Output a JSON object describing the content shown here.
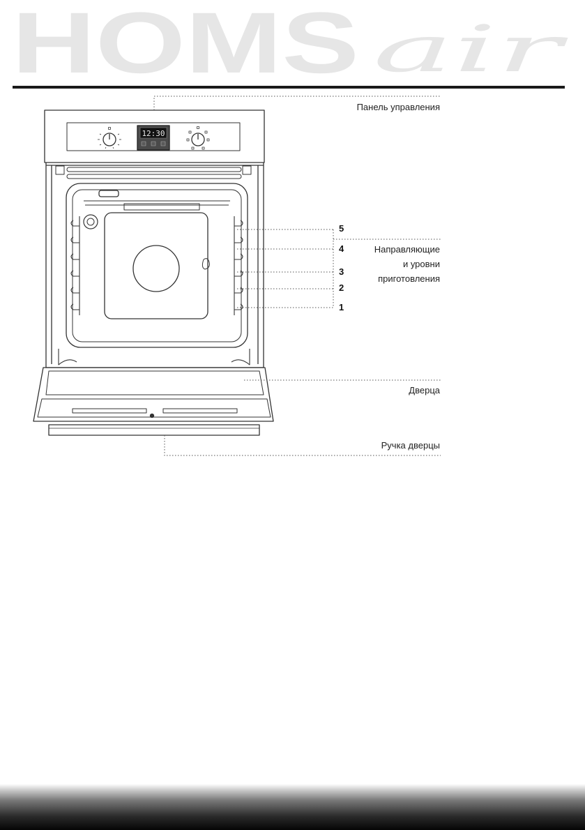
{
  "brand": {
    "logo_text": "HOMS",
    "logo_script": "air",
    "logo_color": "#e6e6e6"
  },
  "display": {
    "time": "12:30"
  },
  "labels": {
    "control_panel": "Панель управления",
    "rails": [
      "Направляющие",
      "и уровни",
      "приготовления"
    ],
    "door": "Дверца",
    "door_handle": "Ручка дверцы"
  },
  "levels": [
    "5",
    "4",
    "3",
    "2",
    "1"
  ],
  "colors": {
    "line": "#333333",
    "dotted": "#555555",
    "footer_dark": "#050505"
  }
}
